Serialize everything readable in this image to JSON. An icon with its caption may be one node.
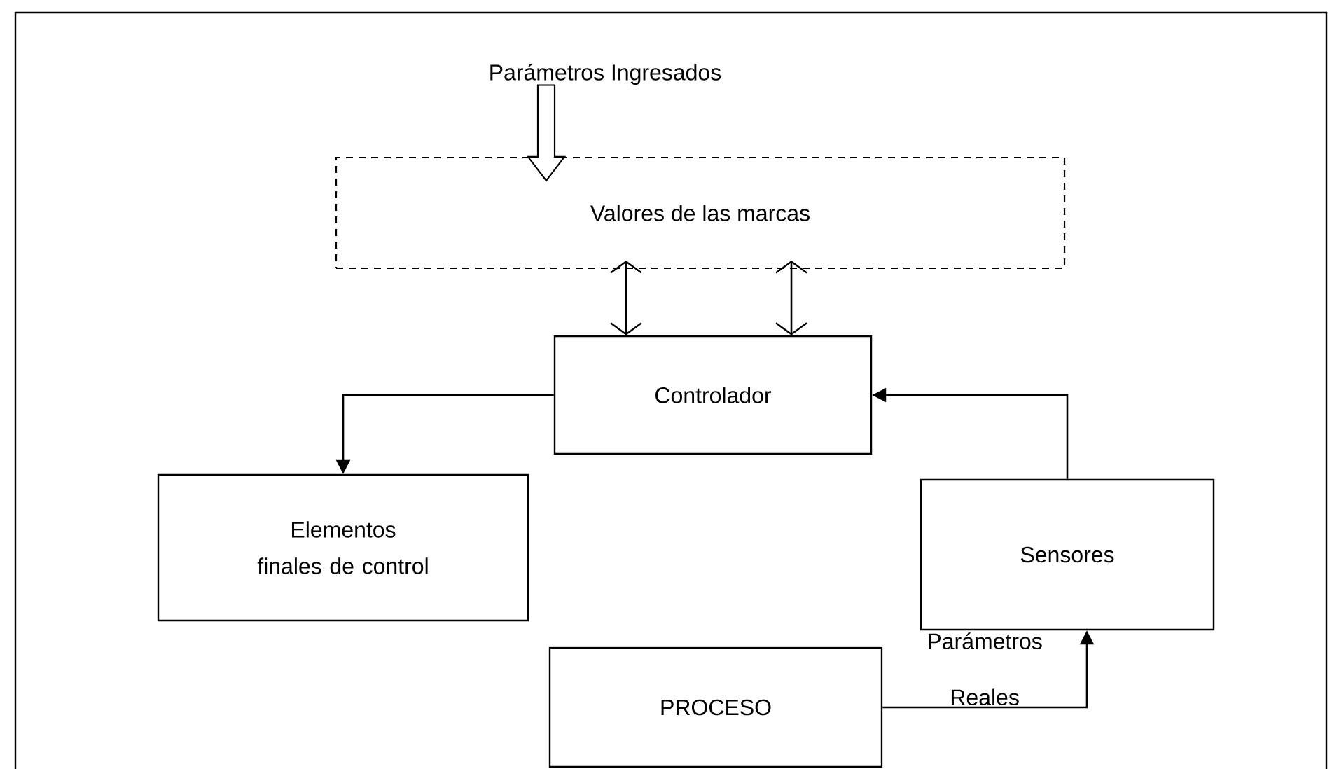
{
  "diagram": {
    "nodes": [
      {
        "text": [
          "Parámetros Ingresados"
        ]
      },
      {
        "text": [
          "Valores de las marcas"
        ]
      },
      {
        "text": [
          "Controlador"
        ]
      },
      {
        "text": [
          "Elementos finales de control"
        ]
      },
      {
        "text": [
          "Sensores"
        ]
      },
      {
        "text": [
          "PROCESO"
        ]
      }
    ],
    "edges": [
      {
        "from": 0,
        "to": 1,
        "arrow": "to"
      },
      {
        "from": 1,
        "to": 2,
        "arrow": "both"
      },
      {
        "from": 1,
        "to": 2,
        "arrow": "both"
      },
      {
        "from": 2,
        "to": 3,
        "arrow": "to"
      },
      {
        "from": 5,
        "to": 4,
        "arrow": "to",
        "label": "Parámetros Reales"
      },
      {
        "from": 4,
        "to": 2,
        "arrow": "to"
      }
    ]
  }
}
